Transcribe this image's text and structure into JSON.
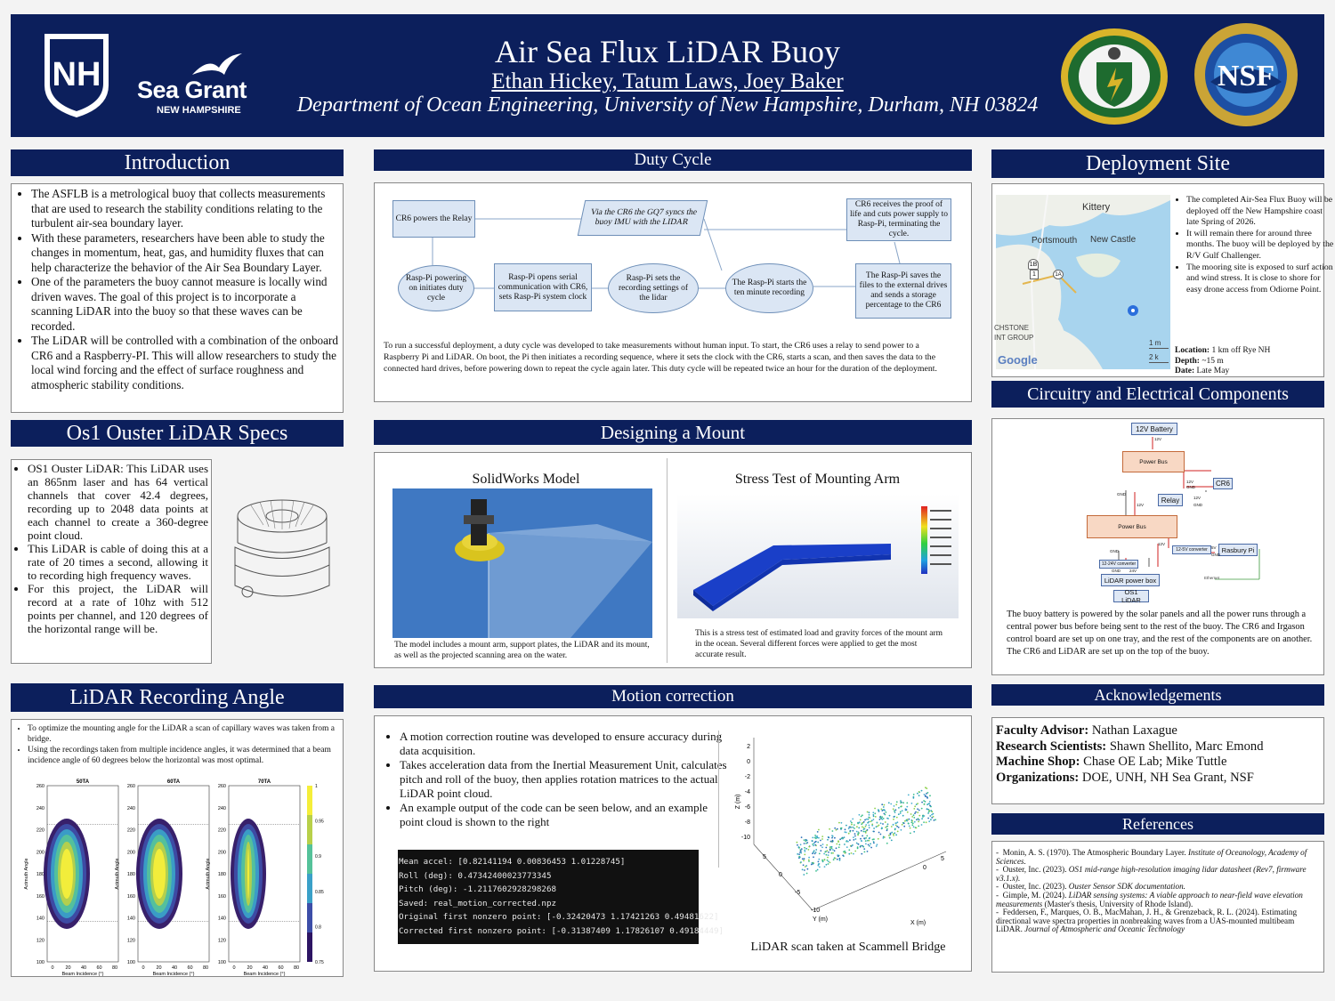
{
  "header": {
    "title": "Air Sea Flux LiDAR Buoy",
    "authors": "Ethan Hickey, Tatum Laws, Joey Baker",
    "affiliation": "Department of Ocean Engineering, University of New Hampshire, Durham, NH 03824",
    "logo_unh": "NH",
    "logo_seagrant": "Sea Grant",
    "logo_seagrant_sub": "NEW HAMPSHIRE",
    "logo_nsf": "NSF"
  },
  "introduction": {
    "title": "Introduction",
    "bullets": [
      "The ASFLB is a metrological buoy that collects measurements that are used to research the stability conditions relating to the turbulent air-sea boundary layer.",
      "With these parameters, researchers have been able to study the changes in momentum, heat, gas, and humidity fluxes that can help characterize the behavior of the Air Sea Boundary Layer.",
      "One of the parameters the buoy cannot measure is locally wind driven waves. The goal of this project is to incorporate a scanning LiDAR into the buoy so that these waves can be recorded.",
      "The LiDAR will be controlled with a combination of the onboard CR6 and a Raspberry-PI. This will allow researchers to study the local wind forcing and the effect of surface roughness and atmospheric stability conditions."
    ]
  },
  "specs": {
    "title": "Os1 Ouster LiDAR Specs",
    "bullets": [
      "OS1 Ouster LiDAR: This LiDAR uses an 865nm laser and has 64 vertical channels that cover 42.4 degrees, recording up to 2048 data points at each channel to create a 360-degree point cloud.",
      "This LiDAR is cable of doing this at a rate of 20 times a second, allowing it to recording high frequency waves.",
      "For this project, the LiDAR will record at a rate of 10hz with 512 points per channel, and 120 degrees of the horizontal range will be."
    ]
  },
  "angle": {
    "title": "LiDAR Recording Angle",
    "bullets": [
      "To optimize the mounting angle for the LiDAR a scan of capillary waves was taken from a bridge.",
      "Using the recordings taken from multiple incidence angles, it was determined that a beam incidence angle of 60 degrees below the horizontal was most optimal."
    ],
    "plots": [
      "50TA",
      "60TA",
      "70TA"
    ],
    "ylabel": "Azimuth Angle",
    "xlabel": "Beam Incidence (°)",
    "yticks": [
      "260",
      "240",
      "220",
      "200",
      "180",
      "160",
      "140",
      "120",
      "100"
    ],
    "xticks": [
      "0",
      "20",
      "40",
      "60",
      "80"
    ],
    "colorbar_ticks": [
      "1",
      "0.95",
      "0.9",
      "0.85",
      "0.8",
      "0.75"
    ]
  },
  "duty": {
    "title": "Duty Cycle",
    "nodes": {
      "n1": "CR6 powers the Relay",
      "n2": "Via the CR6 the GQ7 syncs the buoy IMU with the LIDAR",
      "n3": "CR6 receives the proof of life and cuts power supply to Rasp-Pi, terminating the cycle.",
      "n4": "Rasp-Pi powering on initiates duty cycle",
      "n5": "Rasp-Pi opens serial communication with CR6, sets Rasp-Pi system clock",
      "n6": "Rasp-Pi sets the recording settings of the lidar",
      "n7": "The Rasp-Pi starts the ten minute recording",
      "n8": "The Rasp-Pi saves the files to the external drives and sends a storage percentage to the CR6"
    },
    "caption": "To run a successful deployment, a duty cycle was developed to take measurements without human input. To start, the CR6 uses a relay to send power to a Raspberry Pi and LiDAR. On boot, the Pi then initiates a recording sequence, where it sets the clock with the CR6, starts a scan, and then saves the data to the connected hard drives, before powering down to repeat the cycle again later. This duty cycle will be repeated twice an hour for the duration of the deployment."
  },
  "mount": {
    "title": "Designing a Mount",
    "left_title": "SolidWorks Model",
    "left_caption": "The model includes a mount arm, support plates, the LiDAR and its mount, as well as the projected scanning area on the water.",
    "right_title": "Stress Test of Mounting Arm",
    "right_caption": "This is a stress test of estimated load and gravity forces of the mount arm in the ocean. Several different forces were applied to get the most accurate result."
  },
  "motion": {
    "title": "Motion correction",
    "bullets": [
      "A motion correction routine was developed to ensure accuracy during data acquisition.",
      "Takes acceleration data from the Inertial Measurement Unit, calculates pitch and roll of the buoy, then applies rotation matrices to the actual LiDAR point cloud.",
      "An example output of the code can be seen below, and an example point cloud is shown to the right"
    ],
    "terminal": [
      "Mean accel: [0.82141194 0.00836453 1.01228745]",
      "Roll (deg): 0.47342400023773345",
      "Pitch (deg): -1.2117602928298268",
      "Saved: real_motion_corrected.npz",
      "Original first nonzero point: [-0.32420473  1.17421263  0.49481622]",
      "Corrected first nonzero point: [-0.31387409  1.17826107  0.49184449]"
    ],
    "plot_zlabel": "Z (m)",
    "plot_ylabel": "Y (m)",
    "plot_xlabel": "X (m)",
    "plot_zticks": [
      "2",
      "0",
      "-2",
      "-4",
      "-6",
      "-8",
      "-10"
    ],
    "plot_yticks": [
      "5",
      "0",
      "-5",
      "-10"
    ],
    "plot_xticks": [
      "0",
      "5"
    ],
    "caption": "LiDAR scan taken at Scammell Bridge"
  },
  "deployment": {
    "title": "Deployment Site",
    "map_labels": {
      "kittery": "Kittery",
      "portsmouth": "Portsmouth",
      "newcastle": "New Castle",
      "google": "Google",
      "chstone": "CHSTONE",
      "group": "INT GROUP",
      "route1": "1",
      "route1a": "1A",
      "route1b": "1B",
      "scale1": "1 m",
      "scale2": "2 k"
    },
    "bullets": [
      "The completed Air-Sea Flux Buoy will be deployed off the New Hampshire coast late Spring of 2026.",
      "It will remain there for around three months. The buoy will be deployed by the R/V Gulf Challenger.",
      "The mooring site is exposed to surf action and wind stress. It is close to shore for easy drone access from Odiorne Point."
    ],
    "location_label": "Location:",
    "location_value": " 1 km off Rye NH",
    "depth_label": "Depth:",
    "depth_value": " ~15 m",
    "date_label": "Date:",
    "date_value": " Late May"
  },
  "circuit": {
    "title": "Circuitry and Electrical Components",
    "labels": {
      "battery": "12V Battery",
      "bus1": "Power Bus",
      "bus2": "Power Bus",
      "cr6": "CR6",
      "relay": "Relay",
      "conv1": "12-5V converter",
      "rpi": "Rasbury Pi",
      "conv2": "12-24V converter",
      "lidarbox": "LiDAR power box",
      "os1": "OS1 LiDAR",
      "eth": "Ethernet",
      "v12a": "12V",
      "v12b": "12V",
      "v12c": "12V",
      "v12d": "12V",
      "v12e": "12V",
      "v5": "5V",
      "v24": "24V",
      "gnd1": "GND",
      "gnd2": "GND",
      "gnd3": "GND",
      "gnd4": "GND",
      "gnd5": "GND",
      "gnd6": "GND"
    },
    "caption": "The buoy battery is powered by the solar panels and all the power runs through a central power bus before being sent to the rest of the buoy.  The CR6 and Irgason control board are set up on one tray, and the rest of the components are on another. The CR6 and LiDAR are set up on the top of the buoy."
  },
  "ack": {
    "title": "Acknowledgements",
    "rows": [
      {
        "label": "Faculty Advisor:",
        "value": " Nathan Laxague"
      },
      {
        "label": "Research Scientists:",
        "value": " Shawn Shellito, Marc Emond"
      },
      {
        "label": "Machine Shop:",
        "value": " Chase OE Lab; Mike Tuttle"
      },
      {
        "label": "Organizations:",
        "value": " DOE, UNH, NH Sea Grant, NSF"
      }
    ]
  },
  "refs": {
    "title": "References",
    "items": [
      {
        "text": "Monin, A. S. (1970). The Atmospheric Boundary Layer. ",
        "ital": "Institute of Oceanology, Academy of Sciences."
      },
      {
        "text": "Ouster, Inc. (2023). ",
        "ital": "OS1 mid-range high-resolution imaging lidar datasheet (Rev7, firmware v3.1.x)."
      },
      {
        "text": "Ouster, Inc. (2023). ",
        "ital": "Ouster Sensor SDK documentation."
      },
      {
        "text": "Gimple, M. (2024). ",
        "ital": "LiDAR sensing systems: A viable approach to near-field wave elevation measurements",
        "after": " (Master's thesis, University of Rhode Island)."
      },
      {
        "text": "Feddersen, F., Marques, O. B., MacMahan, J. H., & Grenzeback, R. L. (2024). Estimating directional wave spectra properties in nonbreaking waves from a UAS-mounted multibeam LiDAR. ",
        "ital": "Journal of Atmospheric and Oceanic Technology"
      }
    ]
  },
  "colors": {
    "navy": "#0c1f5c",
    "flow_fill": "#dbe6f4",
    "gold": "#d9b42a"
  }
}
